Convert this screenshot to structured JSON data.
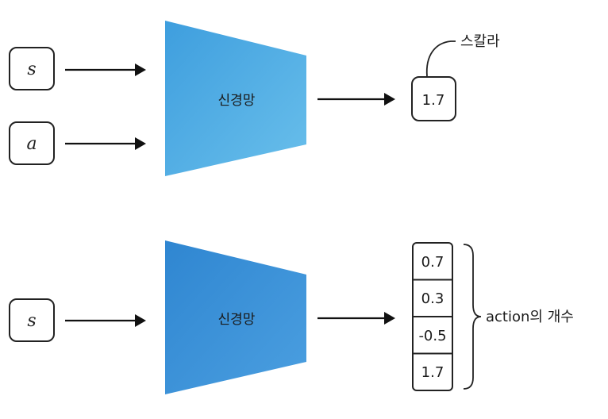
{
  "top": {
    "inputs": [
      "s",
      "a"
    ],
    "network_label": "신경망",
    "output_value": "1.7",
    "output_note": "스칼라"
  },
  "bottom": {
    "input": "s",
    "network_label": "신경망",
    "output_values": [
      "0.7",
      "0.3",
      "-0.5",
      "1.7"
    ],
    "output_note": "action의 개수"
  },
  "colors": {
    "network_top": "#5ab3e6",
    "network_bottom": "#3a8fd6"
  }
}
